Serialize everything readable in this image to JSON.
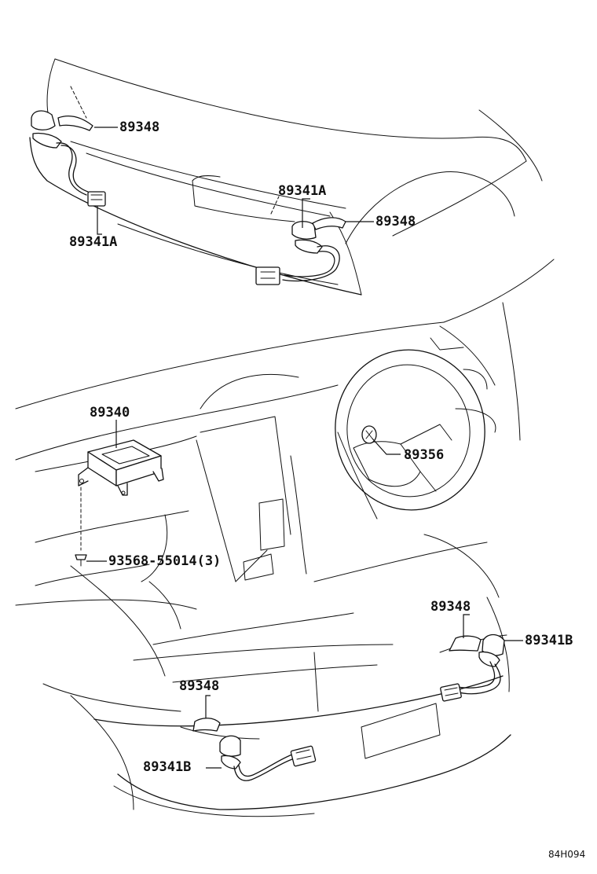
{
  "callouts": {
    "front_clip_left": "89348",
    "front_sensor_center": "89341A",
    "front_clip_right": "89348",
    "front_sensor_left": "89341A",
    "ecu": "89340",
    "steering_switch": "89356",
    "screw": "93568-55014(3)",
    "rear_clip_right": "89348",
    "rear_sensor_right": "89341B",
    "rear_clip_left": "89348",
    "rear_sensor_left": "89341B"
  },
  "figure_code": "84H094"
}
